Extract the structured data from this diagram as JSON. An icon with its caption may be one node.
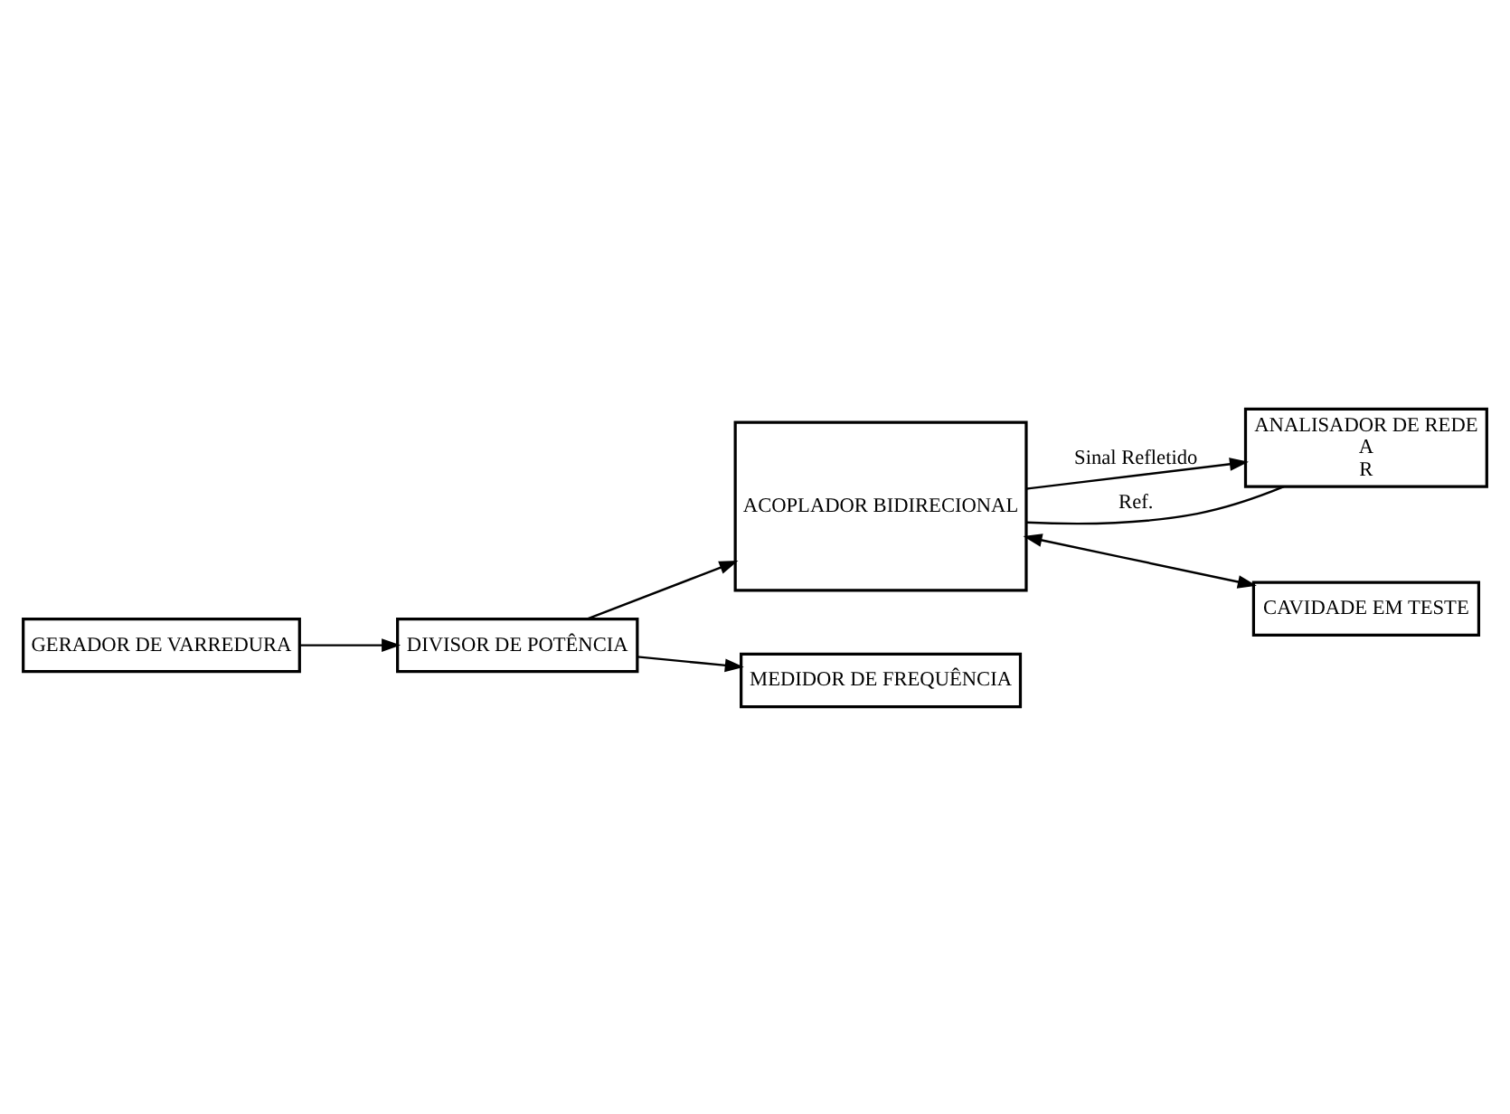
{
  "diagram": {
    "nodes": [
      {
        "text": [
          "ANALISADOR DE REDE",
          "A",
          "R"
        ]
      },
      {
        "text": [
          "GERADOR DE VARREDURA"
        ]
      },
      {
        "text": [
          "ACOPLADOR BIDIRECIONAL"
        ]
      },
      {
        "text": [
          "CAVIDADE EM TESTE"
        ]
      },
      {
        "text": [
          "DIVISOR DE POTÊNCIA"
        ]
      },
      {
        "text": [
          "MEDIDOR DE FREQUÊNCIA"
        ]
      }
    ],
    "edges": [
      {
        "from": 2,
        "to": 0,
        "arrow": "to",
        "label": "Sinal Refletido"
      },
      {
        "from": 2,
        "to": 0,
        "arrow": "none",
        "label": "Ref."
      },
      {
        "from": 2,
        "to": 3,
        "arrow": "both"
      },
      {
        "from": 1,
        "to": 4,
        "arrow": "to"
      },
      {
        "from": 4,
        "to": 2,
        "arrow": "to"
      },
      {
        "from": 4,
        "to": 5,
        "arrow": "to"
      }
    ]
  }
}
